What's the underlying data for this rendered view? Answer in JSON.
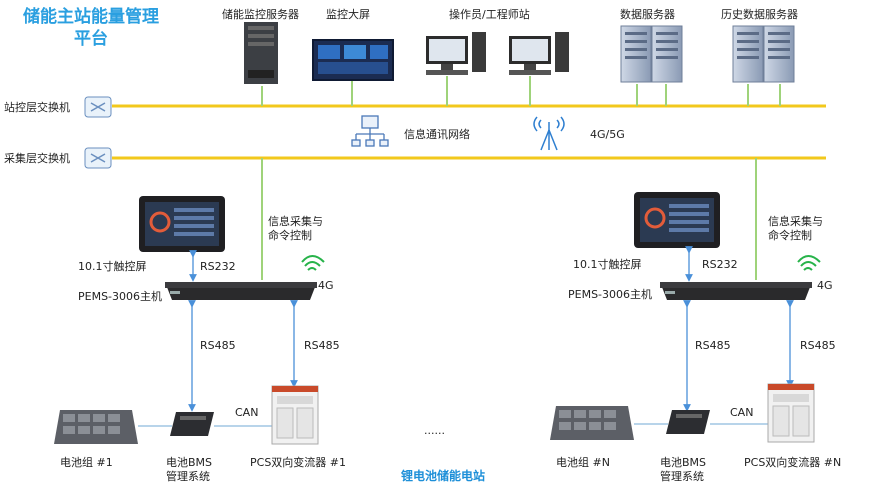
{
  "title_line1": "储能主站能量管理",
  "title_line2": "平台",
  "servers": {
    "monitor_server": "储能监控服务器",
    "big_screen": "监控大屏",
    "operator": "操作员/工程师站",
    "data_server": "数据服务器",
    "history_server": "历史数据服务器"
  },
  "station_switch": "站控层交换机",
  "collect_switch": "采集层交换机",
  "network_label": "信息通讯网络",
  "wireless_label": "4G/5G",
  "left": {
    "comm_label_1": "信息采集与",
    "comm_label_2": "命令控制",
    "touch_label": "10.1寸触控屏",
    "rs232": "RS232",
    "pems_label": "PEMS-3006主机",
    "g4": "4G",
    "rs485_a": "RS485",
    "rs485_b": "RS485",
    "can": "CAN",
    "battery": "电池组 #1",
    "bms_1": "电池BMS",
    "bms_2": "管理系统",
    "pcs": "PCS双向变流器 #1"
  },
  "right": {
    "comm_label_1": "信息采集与",
    "comm_label_2": "命令控制",
    "touch_label": "10.1寸触控屏",
    "rs232": "RS232",
    "pems_label": "PEMS-3006主机",
    "g4": "4G",
    "rs485_a": "RS485",
    "rs485_b": "RS485",
    "can": "CAN",
    "battery": "电池组 #N",
    "bms_1": "电池BMS",
    "bms_2": "管理系统",
    "pcs": "PCS双向变流器 #N"
  },
  "ellipsis": "......",
  "station_name": "锂电池储能电站",
  "colors": {
    "bus": "#f2c81c",
    "link": "#9fd37a",
    "arrow": "#4a90d9",
    "title": "#2a9fe0"
  }
}
